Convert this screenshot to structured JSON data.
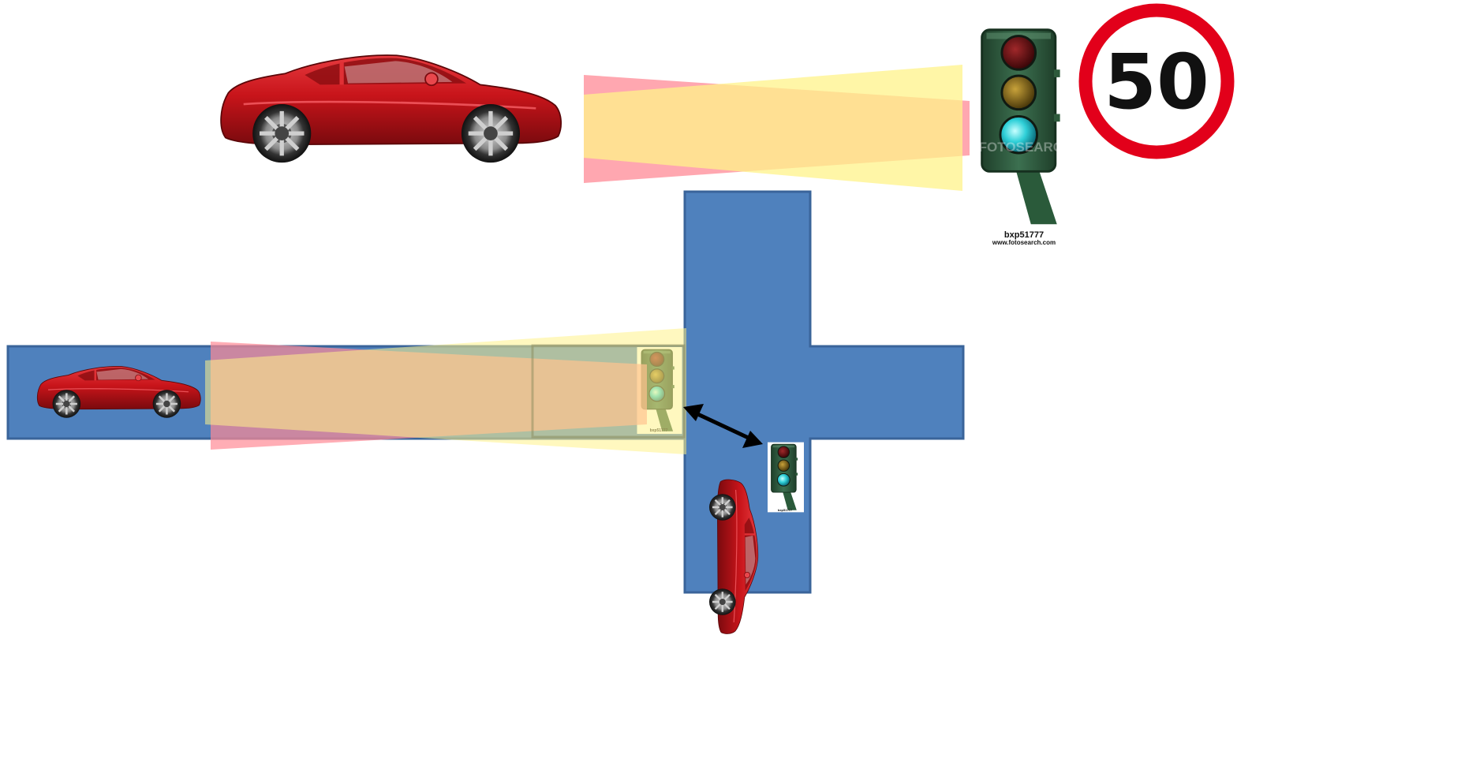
{
  "colors": {
    "road": "#4f81bd",
    "road_border": "#3a649a",
    "car_body": "#c8141a",
    "car_dark": "#7a0a0e",
    "beam_red": "#ff8a95",
    "beam_yellow": "#fff38a",
    "signal_housing": "#2e5a3c",
    "signal_red": "#6b0f12",
    "signal_amber": "#8a6a12",
    "signal_green": "#2fd0d8",
    "sign_ring": "#e2001a",
    "arrow": "#000000"
  },
  "signal_image": {
    "caption": "bxp51777",
    "watermark": "FOTOSEARCH",
    "credit": "www.fotosearch.com"
  },
  "speed_sign": {
    "value": "50"
  },
  "icons": [
    "car-icon",
    "traffic-light-icon",
    "speed-limit-sign-icon",
    "double-arrow-icon"
  ]
}
